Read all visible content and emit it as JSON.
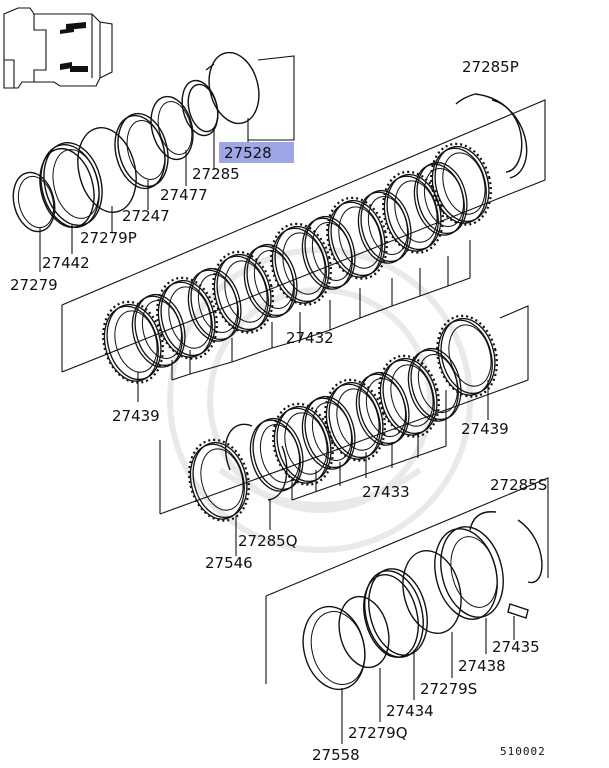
{
  "colors": {
    "highlight": "#9fa6e6",
    "line": "#111111"
  },
  "labels": {
    "p27285P": "27285P",
    "p27528": "27528",
    "p27285": "27285",
    "p27477": "27477",
    "p27247": "27247",
    "p27279P": "27279P",
    "p27442": "27442",
    "p27279": "27279",
    "p27432": "27432",
    "p27439a": "27439",
    "p27439b": "27439",
    "p27433": "27433",
    "p27285S": "27285S",
    "p27285Q": "27285Q",
    "p27546": "27546",
    "p27435": "27435",
    "p27438": "27438",
    "p27279S": "27279S",
    "p27434": "27434",
    "p27279Q": "27279Q",
    "p27558": "27558"
  },
  "diagram_code": "510002"
}
